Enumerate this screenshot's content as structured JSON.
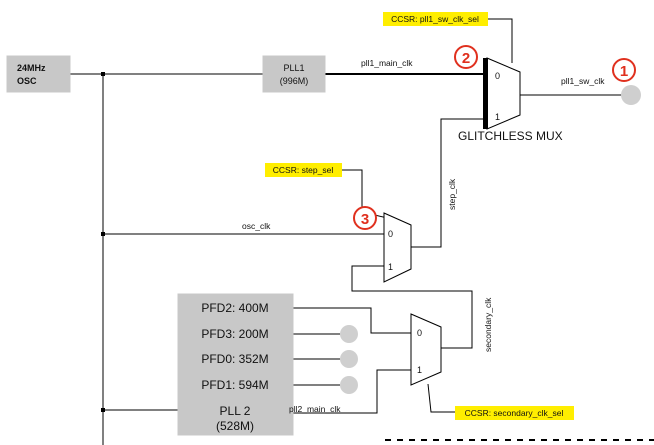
{
  "blocks": {
    "osc": {
      "line1": "24MHz",
      "line2": "OSC"
    },
    "pll1": {
      "line1": "PLL1",
      "line2": "(996M)"
    },
    "pll2": {
      "line1": "PLL 2",
      "line2": "(528M)"
    }
  },
  "pfds": [
    {
      "label": "PFD2: 400M"
    },
    {
      "label": "PFD3: 200M"
    },
    {
      "label": "PFD0: 352M"
    },
    {
      "label": "PFD1: 594M"
    }
  ],
  "signals": {
    "pll1_main_clk": "pll1_main_clk",
    "pll1_sw_clk": "pll1_sw_clk",
    "osc_clk": "osc_clk",
    "step_clk": "step_clk",
    "secondary_clk": "secondary_clk",
    "pll2_main_clk": "pll2_main_clk"
  },
  "selects": {
    "pll1_sw_clk_sel": "CCSR: pll1_sw_clk_sel",
    "step_sel": "CCSR: step_sel",
    "secondary_clk_sel": "CCSR: secondary_clk_sel"
  },
  "muxes": {
    "glitchless": {
      "label": "GLITCHLESS MUX",
      "in0": "0",
      "in1": "1"
    },
    "step": {
      "in0": "0",
      "in1": "1"
    },
    "secondary": {
      "in0": "0",
      "in1": "1"
    }
  },
  "markers": {
    "m1": "1",
    "m2": "2",
    "m3": "3"
  },
  "colors": {
    "select_fill": "#ffee00",
    "marker_red": "#e0301e",
    "block_gray": "#c8c8c8",
    "output_dot": "#cfcfcf"
  }
}
